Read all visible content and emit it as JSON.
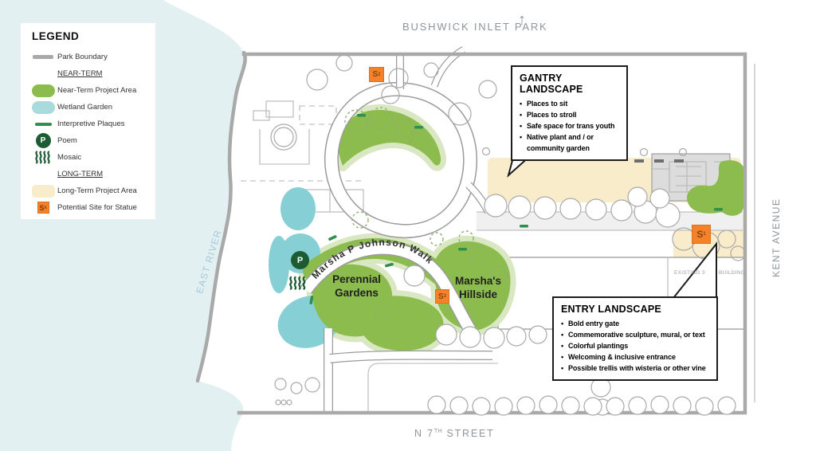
{
  "colors": {
    "near_term_green": "#8cbc4d",
    "light_green_edge": "#d9e8c2",
    "wetland_teal": "#86cfd4",
    "legend_wetland": "#a9dadc",
    "long_term_cream": "#f9ecca",
    "statue_orange": "#f58229",
    "poem_green": "#1d5c33",
    "plaque_green": "#2f8f4e",
    "boundary_gray": "#a9a9a9",
    "water_blue": "#e3f0f1",
    "street_label_gray": "#8e959b",
    "river_label_blue": "#a5c8da",
    "callout_black": "#1c1c1c"
  },
  "legend": {
    "title": "LEGEND",
    "near_term_header": "NEAR-TERM",
    "long_term_header": "LONG-TERM",
    "items": [
      {
        "icon": "park-boundary-line",
        "label": "Park Boundary"
      },
      {
        "icon": "near-term-swatch",
        "label": "Near-Term Project Area"
      },
      {
        "icon": "wetland-swatch",
        "label": "Wetland Garden"
      },
      {
        "icon": "plaque-line",
        "label": "Interpretive Plaques"
      },
      {
        "icon": "poem-circle",
        "label": "Poem"
      },
      {
        "icon": "mosaic-waves",
        "label": "Mosaic"
      },
      {
        "icon": "long-term-swatch",
        "label": "Long-Term Project Area"
      },
      {
        "icon": "statue-square",
        "label": "Potential Site for Statue"
      }
    ]
  },
  "street_labels": {
    "top": "BUSHWICK INLET PARK",
    "north_arrow": "↑",
    "west": "EAST RIVER",
    "east": "KENT AVENUE",
    "south_prefix": "N 7",
    "south_sup": "TH",
    "south_suffix": " STREET"
  },
  "site_labels": {
    "walk": "Marsha P Johnson Walk",
    "perennial_line1": "Perennial",
    "perennial_line2": "Gardens",
    "hillside_line1": "Marsha's",
    "hillside_line2": "Hillside",
    "existing_left": "EXISTING 3",
    "existing_right": "BUILDING"
  },
  "markers": {
    "statue_letter": "S",
    "legend_sub": "x",
    "s1_sub": "1",
    "s2_sub": "2",
    "s3_sub": "3",
    "poem_letter": "P"
  },
  "callouts": [
    {
      "title": "GANTRY LANDSCAPE",
      "bullets": [
        "Places to sit",
        "Places to stroll",
        "Safe space for trans youth",
        "Native plant and / or community garden"
      ]
    },
    {
      "title": "ENTRY LANDSCAPE",
      "bullets": [
        "Bold entry gate",
        "Commemorative sculpture, mural, or text",
        "Colorful plantings",
        "Welcoming & inclusive entrance",
        "Possible trellis with wisteria or other vine"
      ]
    }
  ]
}
